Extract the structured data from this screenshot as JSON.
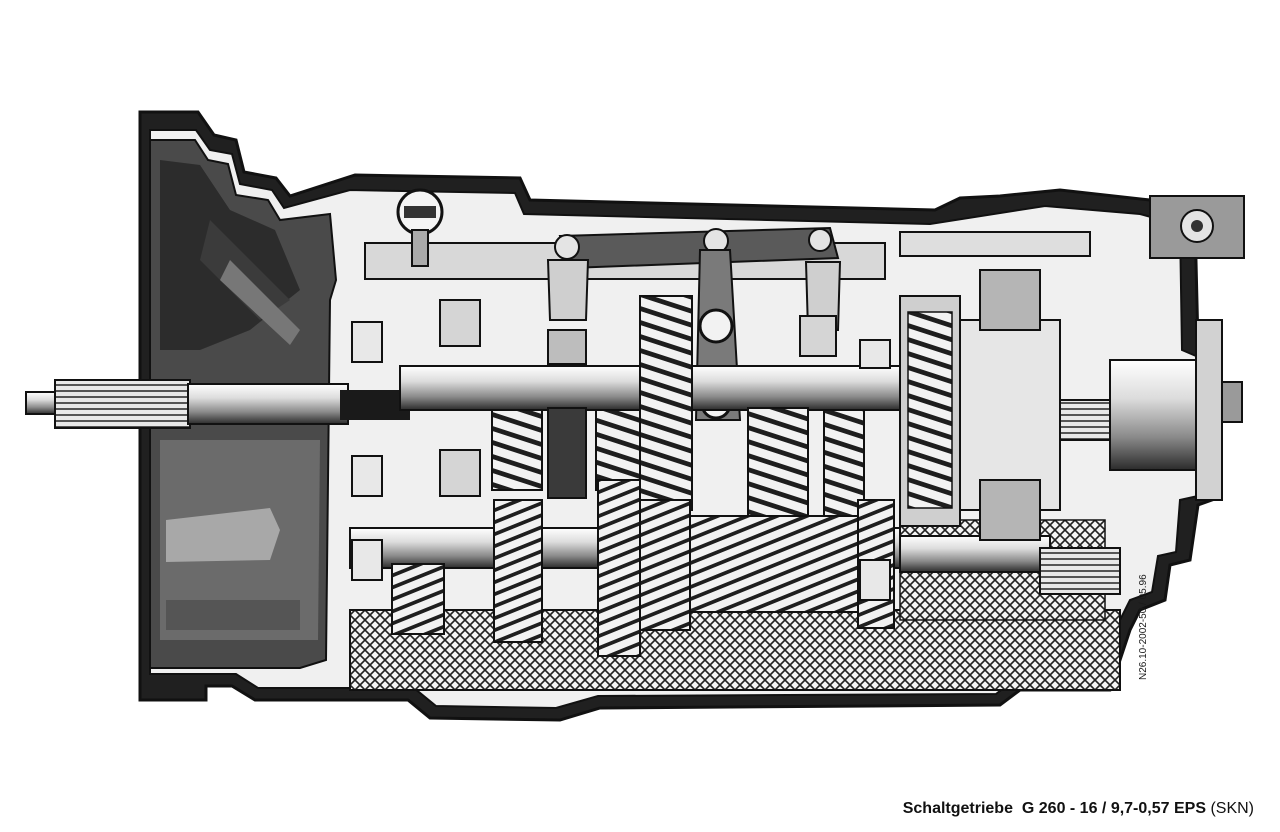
{
  "document_reference": "N26.10-2002-50 / 05.96",
  "caption": {
    "name": "Schaltgetriebe",
    "model": "G 260 - 16 / 9,7-0,57 EPS",
    "variant": "(SKN)"
  },
  "colors": {
    "housing_dark": "#1c1c1c",
    "bell_grey": "#5e5e5e",
    "metal_light": "#e6e6e6",
    "gear_mid": "#9a9a9a",
    "outline": "#111111"
  }
}
